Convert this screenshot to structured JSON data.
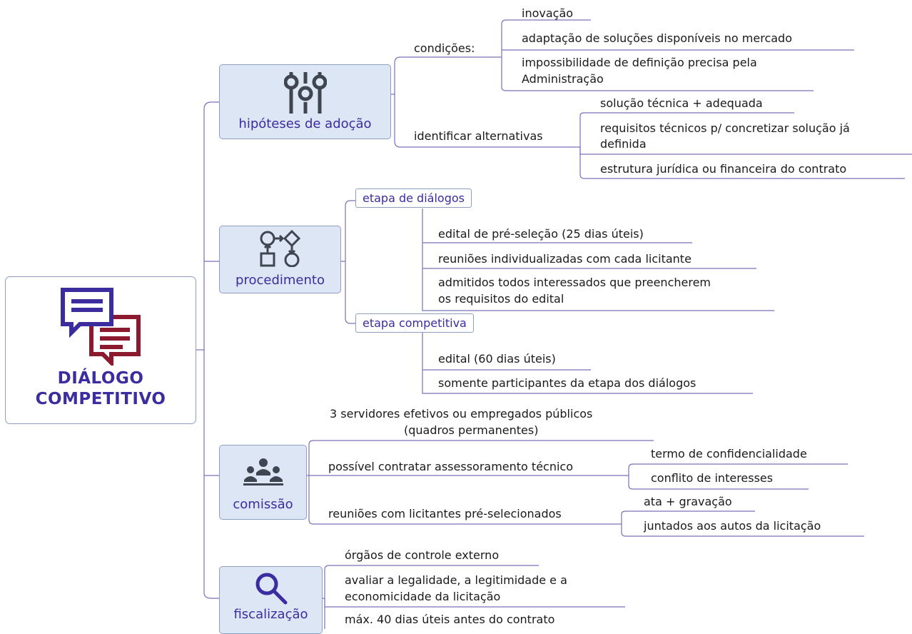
{
  "root": {
    "title_line1": "DIÁLOGO",
    "title_line2": "COMPETITIVO",
    "icon": "chat-bubbles-icon"
  },
  "colors": {
    "accent": "#3b2d9f",
    "dark_red": "#8b1a2e",
    "box_fill": "#dde6f4",
    "line": "#7a72b8"
  },
  "branches": {
    "hipoteses": {
      "label": "hipóteses de adoção",
      "icon": "sliders-icon",
      "condicoes": {
        "label": "condições:",
        "items": [
          "inovação",
          "adaptação de soluções disponíveis no mercado",
          "impossibilidade de definição precisa pela",
          "Administração"
        ]
      },
      "alternativas": {
        "label": "identificar alternativas",
        "items": [
          "solução técnica + adequada",
          "requisitos técnicos p/ concretizar solução já",
          "definida",
          "estrutura jurídica ou financeira do contrato"
        ]
      }
    },
    "procedimento": {
      "label": "procedimento",
      "icon": "flowchart-icon",
      "dialogos": {
        "label": "etapa de diálogos",
        "items": [
          "edital de pré-seleção (25 dias úteis)",
          "reuniões individualizadas com cada licitante",
          "admitidos todos interessados que preencherem",
          "os requisitos do edital"
        ]
      },
      "competitiva": {
        "label": "etapa competitiva",
        "items": [
          "edital (60 dias úteis)",
          "somente participantes da etapa dos diálogos"
        ]
      }
    },
    "comissao": {
      "label": "comissão",
      "icon": "team-icon",
      "servidores": [
        "3 servidores efetivos ou empregados públicos",
        "(quadros permanentes)"
      ],
      "assessoramento": {
        "label": "possível contratar assessoramento técnico",
        "items": [
          "termo de confidencialidade",
          "conflito de interesses"
        ]
      },
      "reunioes": {
        "label": "reuniões com licitantes pré-selecionados",
        "items": [
          "ata + gravação",
          "juntados aos autos da licitação"
        ]
      }
    },
    "fiscalizacao": {
      "label": "fiscalização",
      "icon": "magnifier-icon",
      "items": [
        "órgãos de controle externo",
        "avaliar a legalidade, a legitimidade e a",
        "economicidade da licitação",
        "máx. 40 dias úteis antes do contrato"
      ]
    }
  }
}
